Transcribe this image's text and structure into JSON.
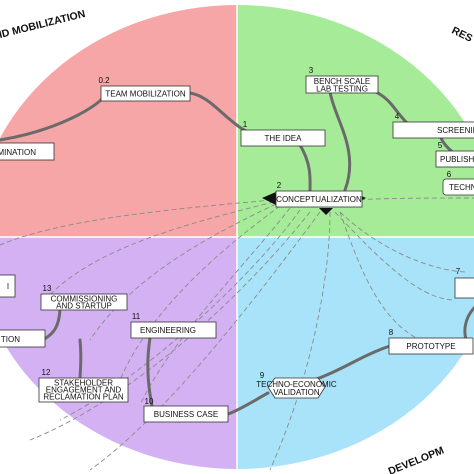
{
  "colors": {
    "top_left": "#f6a6a6",
    "top_right": "#a6ec98",
    "bottom_left": "#d4b1f3",
    "bottom_right": "#a9e3f9"
  },
  "quadrants": {
    "top_left": "ID MOBILIZATION",
    "top_right": "RES",
    "bottom_right": "DEVELOPM"
  },
  "nodes": {
    "n02": {
      "num": "0.2",
      "line1": "TEAM MOBILIZATION"
    },
    "n01": {
      "line1": "MINATION"
    },
    "n1": {
      "num": "1",
      "line1": "THE IDEA"
    },
    "n2": {
      "num": "2",
      "line1": "CONCEPTUALIZATION"
    },
    "n3": {
      "num": "3",
      "line1": "BENCH SCALE",
      "line2": "LAB TESTING"
    },
    "n4": {
      "num": "4",
      "line1": "SCREENING"
    },
    "n5": {
      "num": "5",
      "line1": "PUBLISH"
    },
    "n6": {
      "num": "6",
      "line1": "TECHN"
    },
    "n7": {
      "num": "7"
    },
    "n8": {
      "num": "8",
      "line1": "PROTOTYPE"
    },
    "n9": {
      "num": "9",
      "line1": "TECHNO-ECONOMIC",
      "line2": "VALIDATION"
    },
    "n10": {
      "num": "10",
      "line1": "BUSINESS CASE"
    },
    "n11": {
      "num": "11",
      "line1": "ENGINEERING"
    },
    "n12": {
      "num": "12",
      "line1": "STAKEHOLDER",
      "line2": "ENGAGEMENT AND",
      "line3": "RECLAMATION PLAN"
    },
    "n13": {
      "num": "13",
      "line1": "COMMISSIONING",
      "line2": "AND STARTUP"
    },
    "n14": {
      "line1": "TION"
    },
    "n15": {
      "line1": "I"
    }
  }
}
